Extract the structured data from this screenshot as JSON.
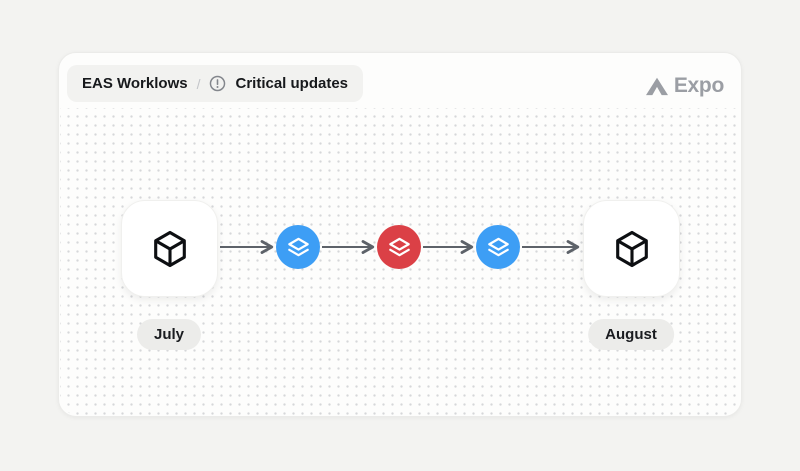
{
  "window": {
    "background": "#f3f3f1"
  },
  "panel": {
    "background": "#fdfdfc",
    "dot_color": "#d6d7d9"
  },
  "header": {
    "breadcrumb": {
      "root": "EAS Worklows",
      "separator": "/",
      "status_icon": "alert-circle-icon",
      "current": "Critical updates"
    },
    "brand": {
      "logo_icon": "expo-logo-icon",
      "name": "Expo",
      "color": "#9b9ea4"
    }
  },
  "flow": {
    "arrow_color": "#5d6269",
    "nodes": [
      {
        "id": "build-start",
        "kind": "build",
        "icon": "cube-icon",
        "label": "July"
      },
      {
        "id": "update-1",
        "kind": "update",
        "icon": "layers-icon",
        "color": "#3d9ef5"
      },
      {
        "id": "critical-update",
        "kind": "update",
        "icon": "layers-icon",
        "color": "#db4046"
      },
      {
        "id": "update-2",
        "kind": "update",
        "icon": "layers-icon",
        "color": "#3d9ef5"
      },
      {
        "id": "build-end",
        "kind": "build",
        "icon": "cube-icon",
        "label": "August"
      }
    ]
  }
}
